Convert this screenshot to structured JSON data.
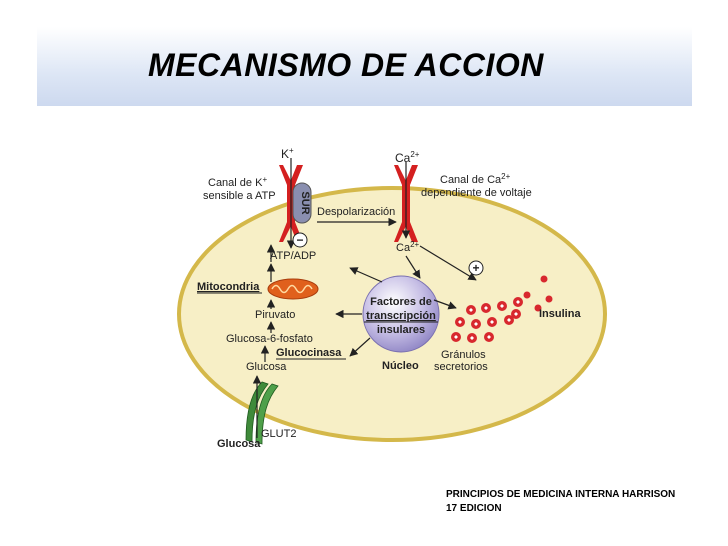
{
  "slide": {
    "title": "MECANISMO DE ACCION",
    "reference": {
      "line1": "PRINCIPIOS DE MEDICINA INTERNA  HARRISON",
      "line2": "17 EDICION"
    }
  },
  "diagram": {
    "labels": {
      "k_ion": "K",
      "k_charge": "+",
      "ca_ion_top": "Ca",
      "ca_charge_top": "2+",
      "k_channel_line1": "Canal de K",
      "k_channel_charge": "+",
      "k_channel_line2": "sensible a ATP",
      "ca_channel_line1": "Canal de Ca",
      "ca_channel_charge": "2+",
      "ca_channel_line2": "dependiente de voltaje",
      "sur": "SUR",
      "depolarization": "Despolarización",
      "ca_ion_inside": "Ca",
      "ca_charge_inside": "2+",
      "minus_sign": "−",
      "plus_sign": "+",
      "atp_adp": "ATP/ADP",
      "mitochondria": "Mitocondria",
      "pyruvate": "Piruvato",
      "glucose_6_phosphate": "Glucosa-6-fosfato",
      "glucokinase": "Glucocinasa",
      "glucose_inside": "Glucosa",
      "transcription_line1": "Factores de",
      "transcription_line2": "transcripción",
      "transcription_line3": "insulares",
      "nucleus": "Núcleo",
      "granules_line1": "Gránulos",
      "granules_line2": "secretorios",
      "insulin": "Insulina",
      "glut2": "GLUT2",
      "glucose_outside": "Glucosa"
    },
    "colors": {
      "cell_fill": "#f7efc6",
      "cell_border": "#d4b84a",
      "channel_red": "#d42020",
      "nucleus_fill": "#b0a8d8",
      "granule_red": "#d8282e",
      "glut_green": "#3f8a3a",
      "mitochondria_orange": "#e0601c"
    }
  }
}
